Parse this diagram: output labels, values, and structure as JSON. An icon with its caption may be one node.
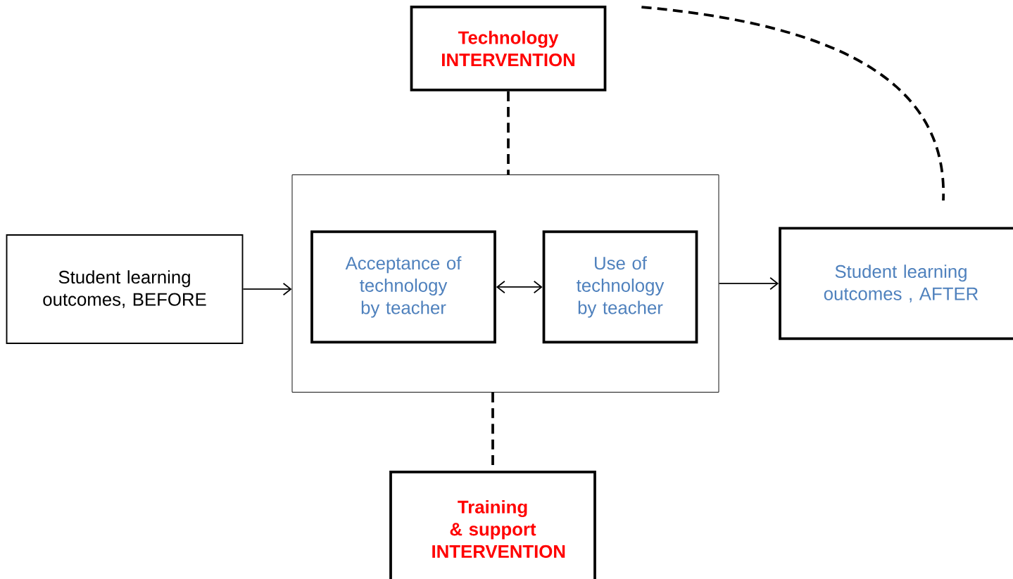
{
  "diagram": {
    "nodes": [
      {
        "text": [
          "Technology INTERVENTION"
        ]
      },
      {
        "text": [],
        "shape": "box"
      },
      {
        "text": [
          "Acceptance of technology by teacher"
        ],
        "in": 1
      },
      {
        "text": [
          "Use of technology by teacher"
        ],
        "in": 1
      },
      {
        "text": [
          "Student learning outcomes, BEFORE"
        ]
      },
      {
        "text": [
          "Student learning outcomes , AFTER"
        ]
      },
      {
        "text": [
          "Training & support INTERVENTION"
        ]
      }
    ],
    "edges": [
      {
        "from": 0,
        "to": 1,
        "arrow": "none",
        "style": "dashed"
      },
      {
        "from": 1,
        "to": 6,
        "arrow": "none",
        "style": "dashed"
      },
      {
        "from": 4,
        "to": 1,
        "arrow": "to"
      },
      {
        "from": 2,
        "to": 3,
        "arrow": "both"
      },
      {
        "from": 1,
        "to": 5,
        "arrow": "to"
      },
      {
        "from": 0,
        "to": null,
        "arrow": "none",
        "style": "dashed"
      }
    ]
  }
}
